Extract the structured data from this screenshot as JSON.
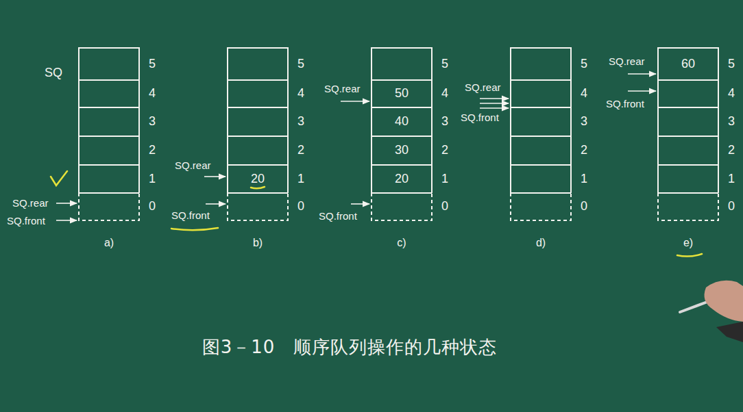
{
  "diagram": {
    "caption": "图3－10　顺序队列操作的几种状态",
    "nodes": [
      {
        "text": [
          "20"
        ]
      },
      {
        "text": [
          "50"
        ]
      },
      {
        "text": [
          "40"
        ]
      },
      {
        "text": [
          "30"
        ]
      },
      {
        "text": [
          "20"
        ]
      },
      {
        "text": [
          "60"
        ]
      }
    ],
    "labels": [
      "SQ",
      "5",
      "4",
      "3",
      "2",
      "1",
      "0",
      "SQ.rear",
      "SQ.front",
      "a)",
      "5",
      "4",
      "3",
      "2",
      "1",
      "0",
      "SQ.rear",
      "SQ.front",
      "b)",
      "5",
      "4",
      "3",
      "2",
      "1",
      "0",
      "SQ.rear",
      "SQ.front",
      "c)",
      "5",
      "4",
      "3",
      "2",
      "1",
      "0",
      "SQ.rear",
      "SQ.front",
      "d)",
      "5",
      "4",
      "3",
      "2",
      "1",
      "0",
      "SQ.rear",
      "SQ.front",
      "e)"
    ]
  }
}
